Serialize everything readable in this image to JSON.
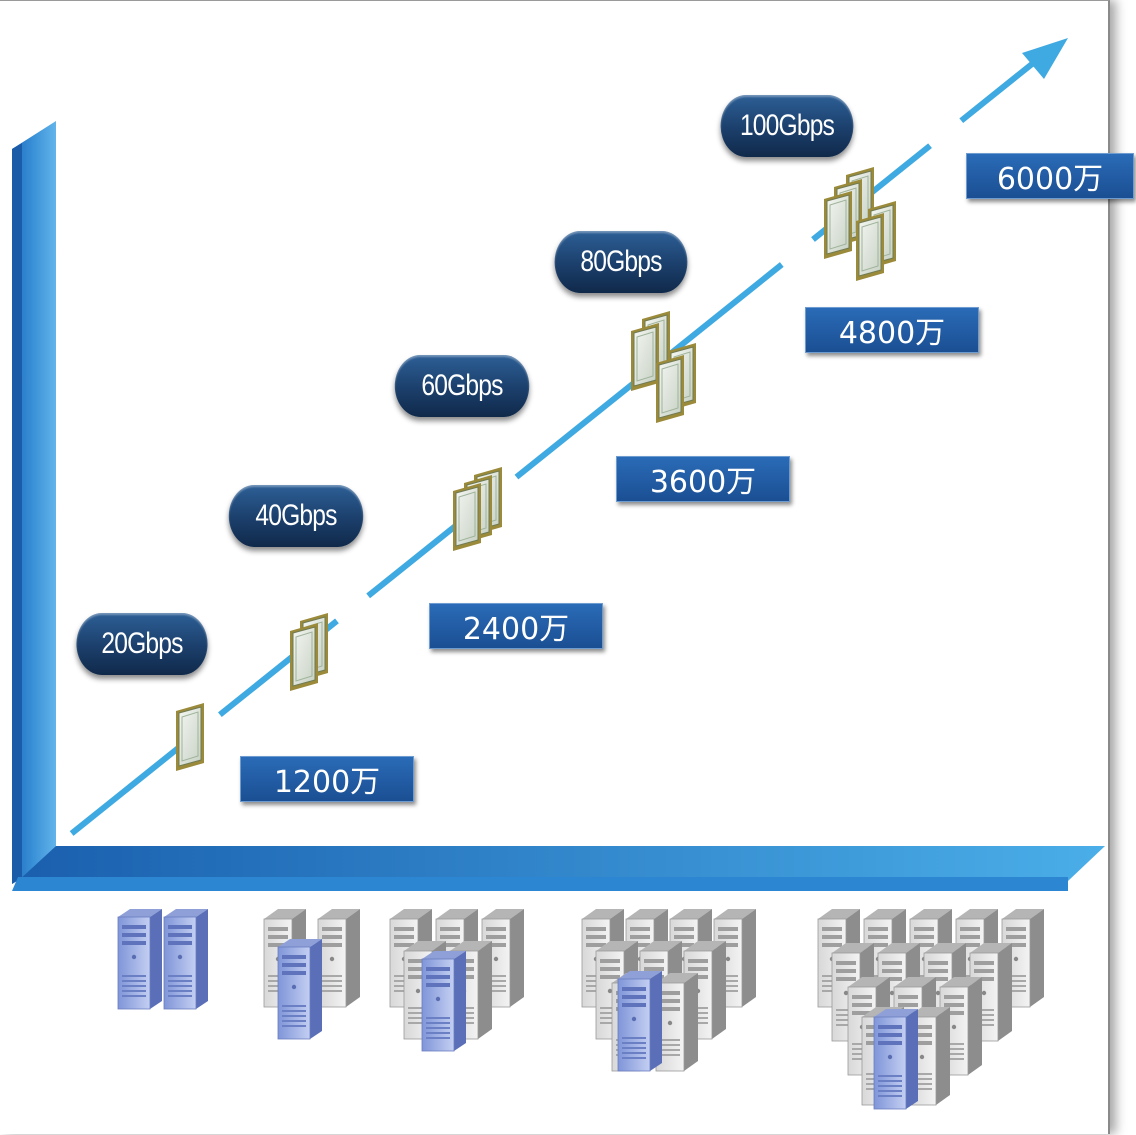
{
  "bandwidth_labels": [
    "20Gbps",
    "40Gbps",
    "60Gbps",
    "80Gbps",
    "100Gbps"
  ],
  "value_labels": [
    "1200万",
    "2400万",
    "3600万",
    "4800万",
    "6000万"
  ],
  "colors": {
    "axis_blue": "#3a9bd8",
    "pill_navy": "#1b3f6b",
    "value_box": "#1f5aa6",
    "arrow": "#38a8e0"
  },
  "icons": {
    "processor_chip": "processor-chip-icon",
    "server_blue": "blue-server-tower-icon",
    "server_gray": "gray-server-tower-icon"
  }
}
